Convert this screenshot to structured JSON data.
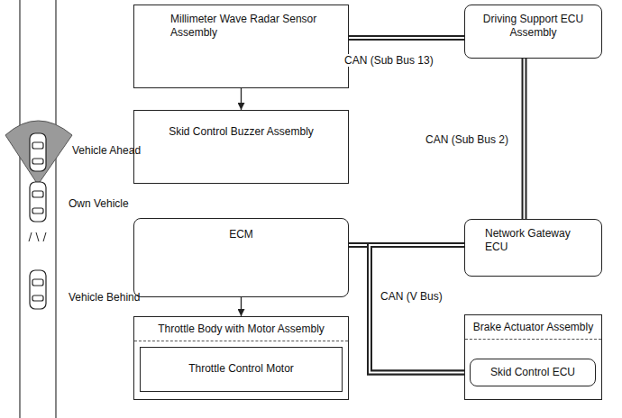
{
  "diagram": {
    "nodes": [
      {
        "text": [
          "Millimeter Wave Radar Sensor Assembly"
        ]
      },
      {
        "text": [
          "Driving Support ECU Assembly"
        ]
      },
      {
        "text": [
          "Skid Control Buzzer Assembly"
        ]
      },
      {
        "text": [
          "ECM"
        ]
      },
      {
        "text": [
          "Network Gateway ECU"
        ]
      },
      {
        "text": [
          "Throttle Body with Motor Assembly"
        ]
      },
      {
        "text": [
          "Throttle Control Motor"
        ],
        "in": 5
      },
      {
        "text": [
          "Brake Actuator Assembly"
        ]
      },
      {
        "text": [
          "Skid Control ECU"
        ],
        "in": 7
      }
    ],
    "edges": [
      {
        "from": 0,
        "to": 2,
        "arrow": "to"
      },
      {
        "from": 3,
        "to": 5,
        "arrow": "to"
      },
      {
        "from": 0,
        "to": 1,
        "arrow": "none",
        "label": "CAN (Sub Bus 13)"
      },
      {
        "from": 1,
        "to": 4,
        "arrow": "none",
        "label": "CAN (Sub Bus 2)"
      },
      {
        "from": 3,
        "to": 4,
        "arrow": "none"
      },
      {
        "from": 3,
        "to": 8,
        "arrow": "none",
        "label": "CAN (V Bus)"
      },
      {
        "from": 4,
        "to": 8,
        "arrow": "none"
      }
    ],
    "labels": [
      "Vehicle Ahead",
      "Own Vehicle",
      "Vehicle Behind"
    ]
  }
}
